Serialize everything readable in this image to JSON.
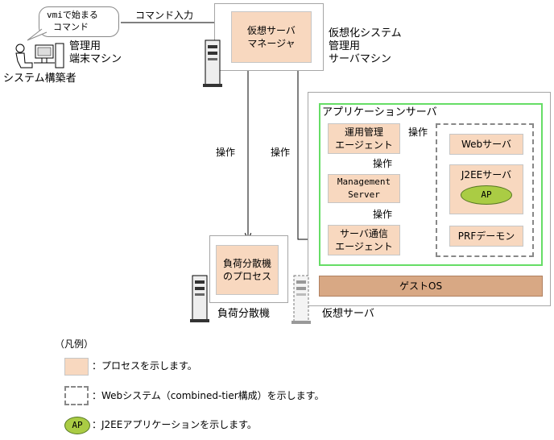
{
  "bubble": {
    "line1": "vmiで始まる",
    "line2": "コマンド"
  },
  "arrow_command_input": "コマンド入力",
  "terminal_label": {
    "line1": "管理用",
    "line2": "端末マシン"
  },
  "builder_label": "システム構築者",
  "vsm": {
    "line1": "仮想サーバ",
    "line2": "マネージャ"
  },
  "vsm_machine_label": {
    "line1": "仮想化システム",
    "line2": "管理用",
    "line3": "サーバマシン"
  },
  "op_label_left": "操作",
  "op_label_mid": "操作",
  "app_server_label": "アプリケーションサーバ",
  "agent": {
    "line1": "運用管理",
    "line2": "エージェント"
  },
  "op_label_agent_web": "操作",
  "op_label_ms_agent": "操作",
  "op_label_comm_ms": "操作",
  "mgmt_server": {
    "line1": "Management",
    "line2": "Server"
  },
  "comm_agent": {
    "line1": "サーバ通信",
    "line2": "エージェント"
  },
  "web_server": "Webサーバ",
  "j2ee_server": "J2EEサーバ",
  "ap_badge": "AP",
  "prf_daemon": "PRFデーモン",
  "guest_os": "ゲストOS",
  "lb_process": {
    "line1": "負荷分散機",
    "line2": "のプロセス"
  },
  "lb_label": "負荷分散機",
  "virtual_server_label": "仮想サーバ",
  "legend": {
    "title": "（凡例）",
    "process": "：プロセスを示します。",
    "web_system": "：Webシステム（combined-tier構成）を示します。",
    "ap_badge": "AP",
    "j2ee_app": "：J2EEアプリケーションを示します。"
  },
  "colors": {
    "process_fill": "#f8d8bf",
    "guest_os_fill": "#d8a884",
    "ap_fill": "#aacc44",
    "app_server_border": "#66dd66",
    "dashed_border": "#888888"
  }
}
